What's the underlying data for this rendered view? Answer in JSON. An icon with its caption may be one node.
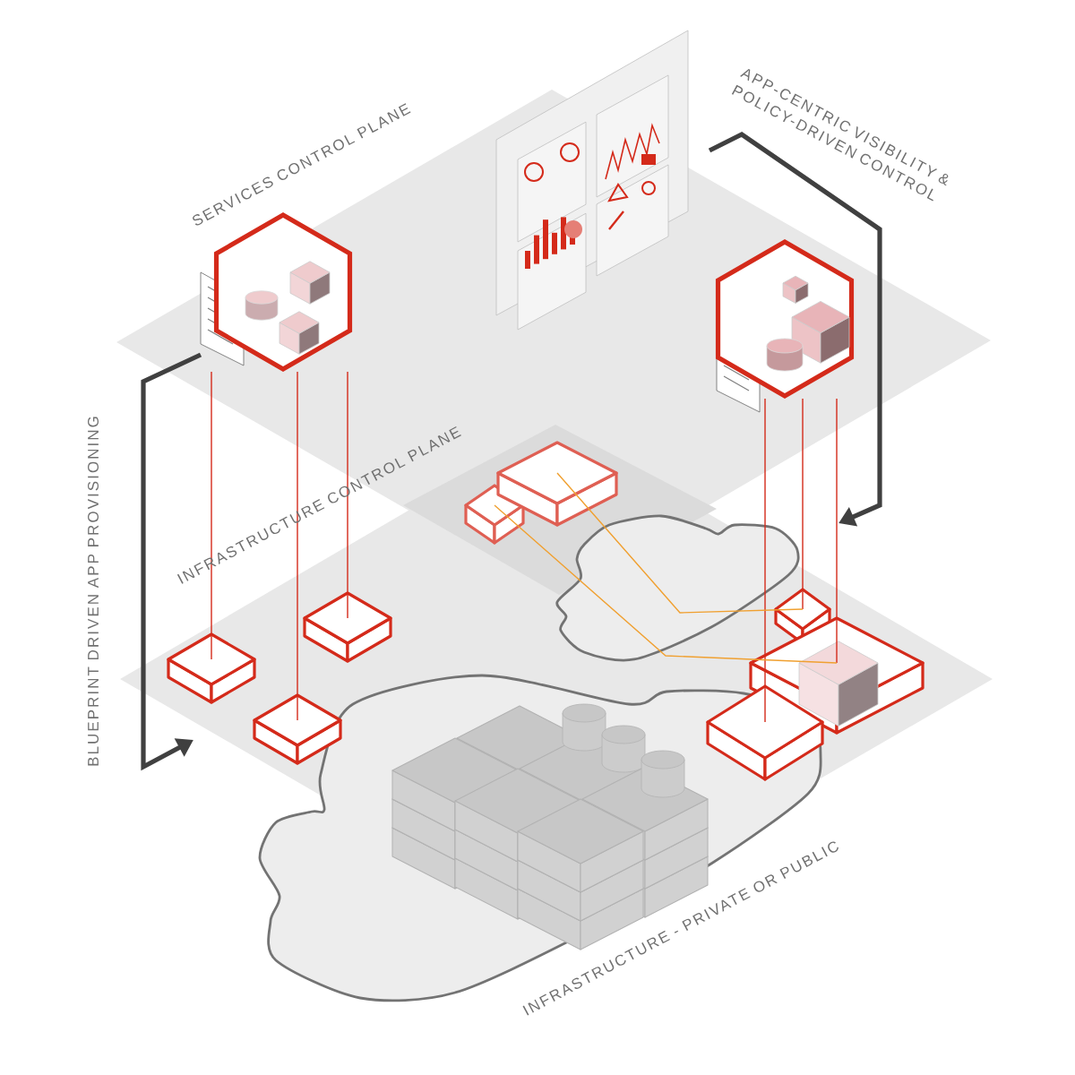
{
  "diagram": {
    "nodes": [
      {
        "text": [],
        "shape": "hexagon"
      },
      {
        "text": [],
        "shape": "hexagon"
      },
      {
        "text": [],
        "shape": "box"
      },
      {
        "text": [],
        "shape": "box"
      },
      {
        "text": [],
        "shape": "box"
      },
      {
        "text": [],
        "shape": "box"
      },
      {
        "text": [],
        "shape": "box"
      },
      {
        "text": [],
        "shape": "box"
      },
      {
        "text": [],
        "shape": "box"
      },
      {
        "text": [],
        "shape": "box"
      }
    ],
    "edges": [
      {
        "from": 0,
        "to": 2,
        "arrow": "none"
      },
      {
        "from": 0,
        "to": 3,
        "arrow": "none"
      },
      {
        "from": 0,
        "to": 4,
        "arrow": "none"
      },
      {
        "from": 1,
        "to": 5,
        "arrow": "none"
      },
      {
        "from": 1,
        "to": 6,
        "arrow": "none"
      },
      {
        "from": 1,
        "to": 7,
        "arrow": "none"
      },
      {
        "from": 8,
        "to": 6,
        "arrow": "none",
        "color": "#f0a030"
      },
      {
        "from": 9,
        "to": 5,
        "arrow": "none",
        "color": "#f0a030"
      }
    ],
    "labels": [
      "SERVICES CONTROL PLANE",
      "APP-CENTRIC VISIBILITY & POLICY-DRIVEN CONTROL",
      "INFRASTRUCTURE CONTROL PLANE",
      "BLUEPRINT DRIVEN APP PROVISIONING",
      "INFRASTRUCTURE - PRIVATE OR PUBLIC"
    ]
  }
}
